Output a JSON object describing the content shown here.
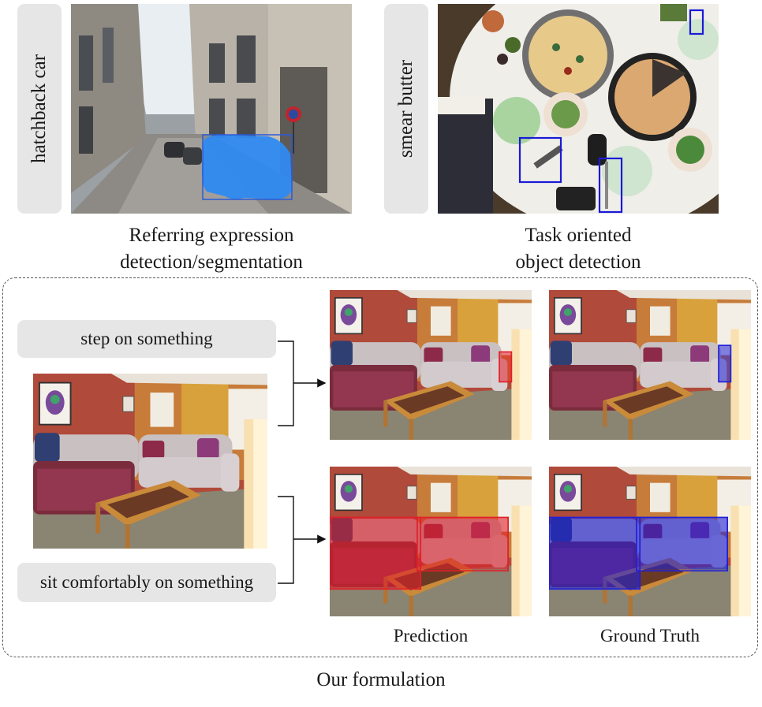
{
  "top_left": {
    "query_label": "hatchback car",
    "caption_line1": "Referring expression",
    "caption_line2": "detection/segmentation"
  },
  "top_right": {
    "query_label": "smear butter",
    "caption_line1": "Task oriented",
    "caption_line2": "object detection"
  },
  "formulation": {
    "query_top": "step on something",
    "query_bottom": "sit comfortably on something",
    "col_prediction": "Prediction",
    "col_ground_truth": "Ground Truth",
    "title": "Our formulation"
  },
  "colors": {
    "prediction_box": "#e0202a",
    "ground_truth_box": "#2020d8",
    "car_mask": "#2f8af0",
    "label_bg": "#e6e6e6"
  }
}
